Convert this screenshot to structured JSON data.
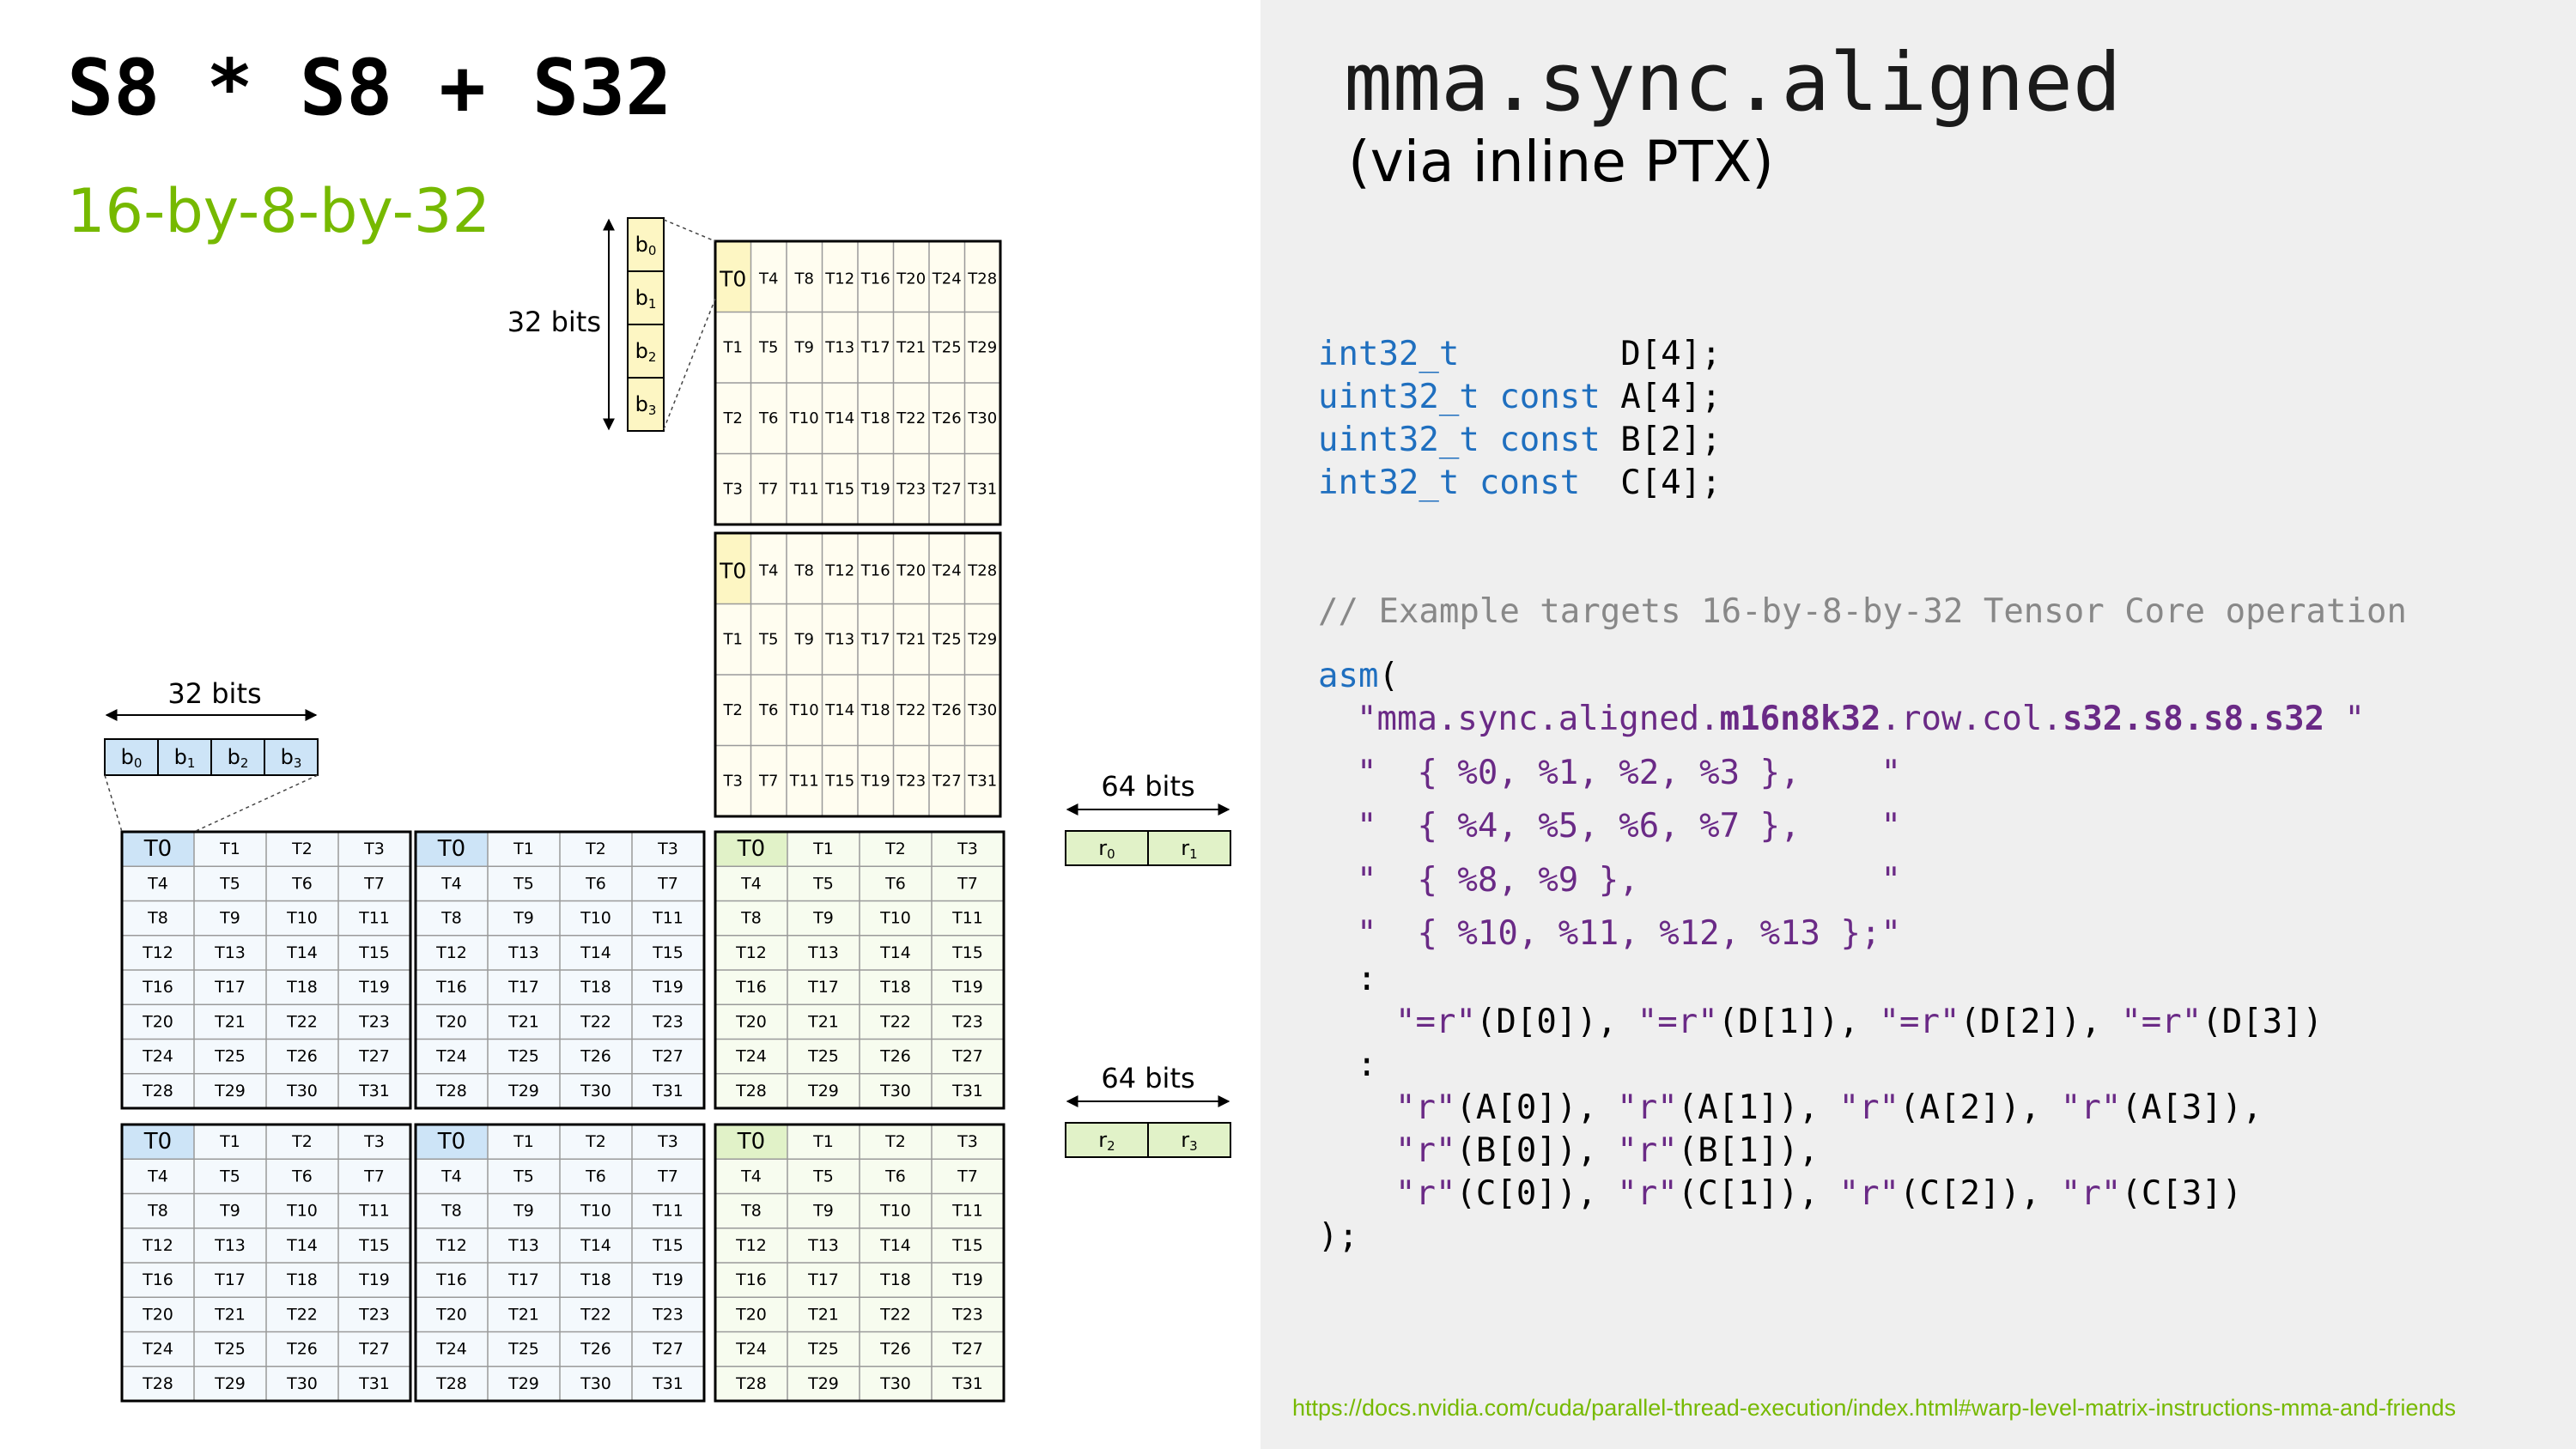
{
  "slide": {
    "title": "S8 * S8 + S32",
    "subtitle": "16-by-8-by-32",
    "mma_title": "mma.sync.aligned",
    "mma_subtitle": "(via inline PTX)",
    "link": "https://docs.nvidia.com/cuda/parallel-thread-execution/index.html#warp-level-matrix-instructions-mma-and-friends"
  },
  "code": {
    "declarations": [
      {
        "type": "int32_t",
        "pad": "        ",
        "name": "D[4];"
      },
      {
        "type": "uint32_t const",
        "pad": " ",
        "name": "A[4];"
      },
      {
        "type": "uint32_t const",
        "pad": " ",
        "name": "B[2];"
      },
      {
        "type": "int32_t const",
        "pad": "  ",
        "name": "C[4];"
      }
    ],
    "comment": "// Example targets 16-by-8-by-32 Tensor Core operation",
    "asm_kw": "asm",
    "asm_open": "(",
    "instr_pre": "\"mma.sync.aligned.",
    "instr_shape": "m16n8k32",
    "instr_mid": ".row.col.",
    "instr_types": "s32.s8.s8.s32",
    "instr_post": " \"",
    "operand_lines": [
      "\"  { %0, %1, %2, %3 },    \"",
      "\"  { %4, %5, %6, %7 },    \"",
      "\"  { %8, %9 },            \"",
      "\"  { %10, %11, %12, %13 };\""
    ],
    "colon": ":",
    "outputs": [
      "\"=r\"",
      "(D[0]), ",
      "\"=r\"",
      "(D[1]), ",
      "\"=r\"",
      "(D[2]), ",
      "\"=r\"",
      "(D[3])"
    ],
    "inputs_a": [
      "\"r\"",
      "(A[0]), ",
      "\"r\"",
      "(A[1]), ",
      "\"r\"",
      "(A[2]), ",
      "\"r\"",
      "(A[3]),"
    ],
    "inputs_b": [
      "\"r\"",
      "(B[0]), ",
      "\"r\"",
      "(B[1]),"
    ],
    "inputs_c": [
      "\"r\"",
      "(C[0]), ",
      "\"r\"",
      "(C[1]), ",
      "\"r\"",
      "(C[2]), ",
      "\"r\"",
      "(C[3])"
    ],
    "close": ");"
  },
  "diagram": {
    "b_vertical_label": "32 bits",
    "a_row_label": "32 bits",
    "c_top_label": "64 bits",
    "c_bottom_label": "64 bits",
    "byte_lanes": [
      {
        "base": "b",
        "sub": "0"
      },
      {
        "base": "b",
        "sub": "1"
      },
      {
        "base": "b",
        "sub": "2"
      },
      {
        "base": "b",
        "sub": "3"
      }
    ],
    "c_regs_top": [
      {
        "base": "r",
        "sub": "0"
      },
      {
        "base": "r",
        "sub": "1"
      }
    ],
    "c_regs_bottom": [
      {
        "base": "r",
        "sub": "2"
      },
      {
        "base": "r",
        "sub": "3"
      }
    ],
    "thread_labels": [
      "T0",
      "T1",
      "T2",
      "T3",
      "T4",
      "T5",
      "T6",
      "T7",
      "T8",
      "T9",
      "T10",
      "T11",
      "T12",
      "T13",
      "T14",
      "T15",
      "T16",
      "T17",
      "T18",
      "T19",
      "T20",
      "T21",
      "T22",
      "T23",
      "T24",
      "T25",
      "T26",
      "T27",
      "T28",
      "T29",
      "T30",
      "T31"
    ],
    "colors": {
      "a_header": "#cde4f7",
      "a_fill": "#f4f9fd",
      "b_header": "#fdf6c3",
      "b_fill": "#fffdf0",
      "c_header": "#e1f2c8",
      "c_fill": "#f7fcef",
      "border": "#000000",
      "grid": "#9a9a9a",
      "accent": "#76b900"
    }
  }
}
